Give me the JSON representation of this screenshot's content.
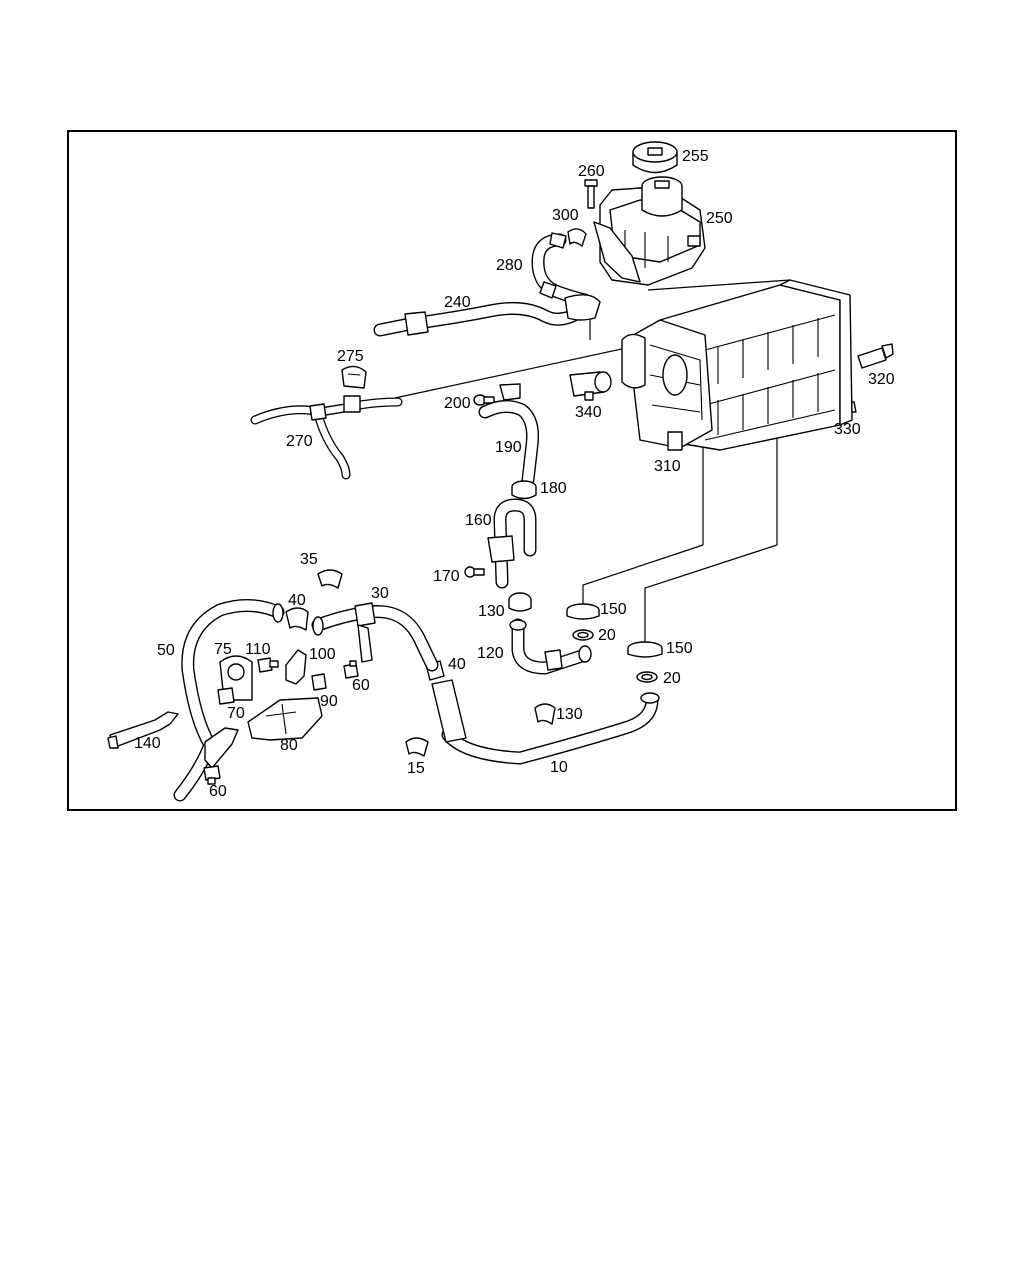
{
  "parts": [
    {
      "id": "p255",
      "label": "255"
    },
    {
      "id": "p260",
      "label": "260"
    },
    {
      "id": "p250",
      "label": "250"
    },
    {
      "id": "p300",
      "label": "300"
    },
    {
      "id": "p280",
      "label": "280"
    },
    {
      "id": "p240",
      "label": "240"
    },
    {
      "id": "p275",
      "label": "275"
    },
    {
      "id": "p320",
      "label": "320"
    },
    {
      "id": "p200",
      "label": "200"
    },
    {
      "id": "p340",
      "label": "340"
    },
    {
      "id": "p330",
      "label": "330"
    },
    {
      "id": "p270",
      "label": "270"
    },
    {
      "id": "p190",
      "label": "190"
    },
    {
      "id": "p310",
      "label": "310"
    },
    {
      "id": "p180",
      "label": "180"
    },
    {
      "id": "p160",
      "label": "160"
    },
    {
      "id": "p35",
      "label": "35"
    },
    {
      "id": "p170",
      "label": "170"
    },
    {
      "id": "p30",
      "label": "30"
    },
    {
      "id": "p40a",
      "label": "40"
    },
    {
      "id": "p130a",
      "label": "130"
    },
    {
      "id": "p150a",
      "label": "150"
    },
    {
      "id": "p20a",
      "label": "20"
    },
    {
      "id": "p50",
      "label": "50"
    },
    {
      "id": "p75",
      "label": "75"
    },
    {
      "id": "p110",
      "label": "110"
    },
    {
      "id": "p100",
      "label": "100"
    },
    {
      "id": "p120",
      "label": "120"
    },
    {
      "id": "p150b",
      "label": "150"
    },
    {
      "id": "p40b",
      "label": "40"
    },
    {
      "id": "p20b",
      "label": "20"
    },
    {
      "id": "p60a",
      "label": "60"
    },
    {
      "id": "p90",
      "label": "90"
    },
    {
      "id": "p70",
      "label": "70"
    },
    {
      "id": "p130b",
      "label": "130"
    },
    {
      "id": "p140",
      "label": "140"
    },
    {
      "id": "p80",
      "label": "80"
    },
    {
      "id": "p15",
      "label": "15"
    },
    {
      "id": "p10",
      "label": "10"
    },
    {
      "id": "p60b",
      "label": "60"
    }
  ]
}
